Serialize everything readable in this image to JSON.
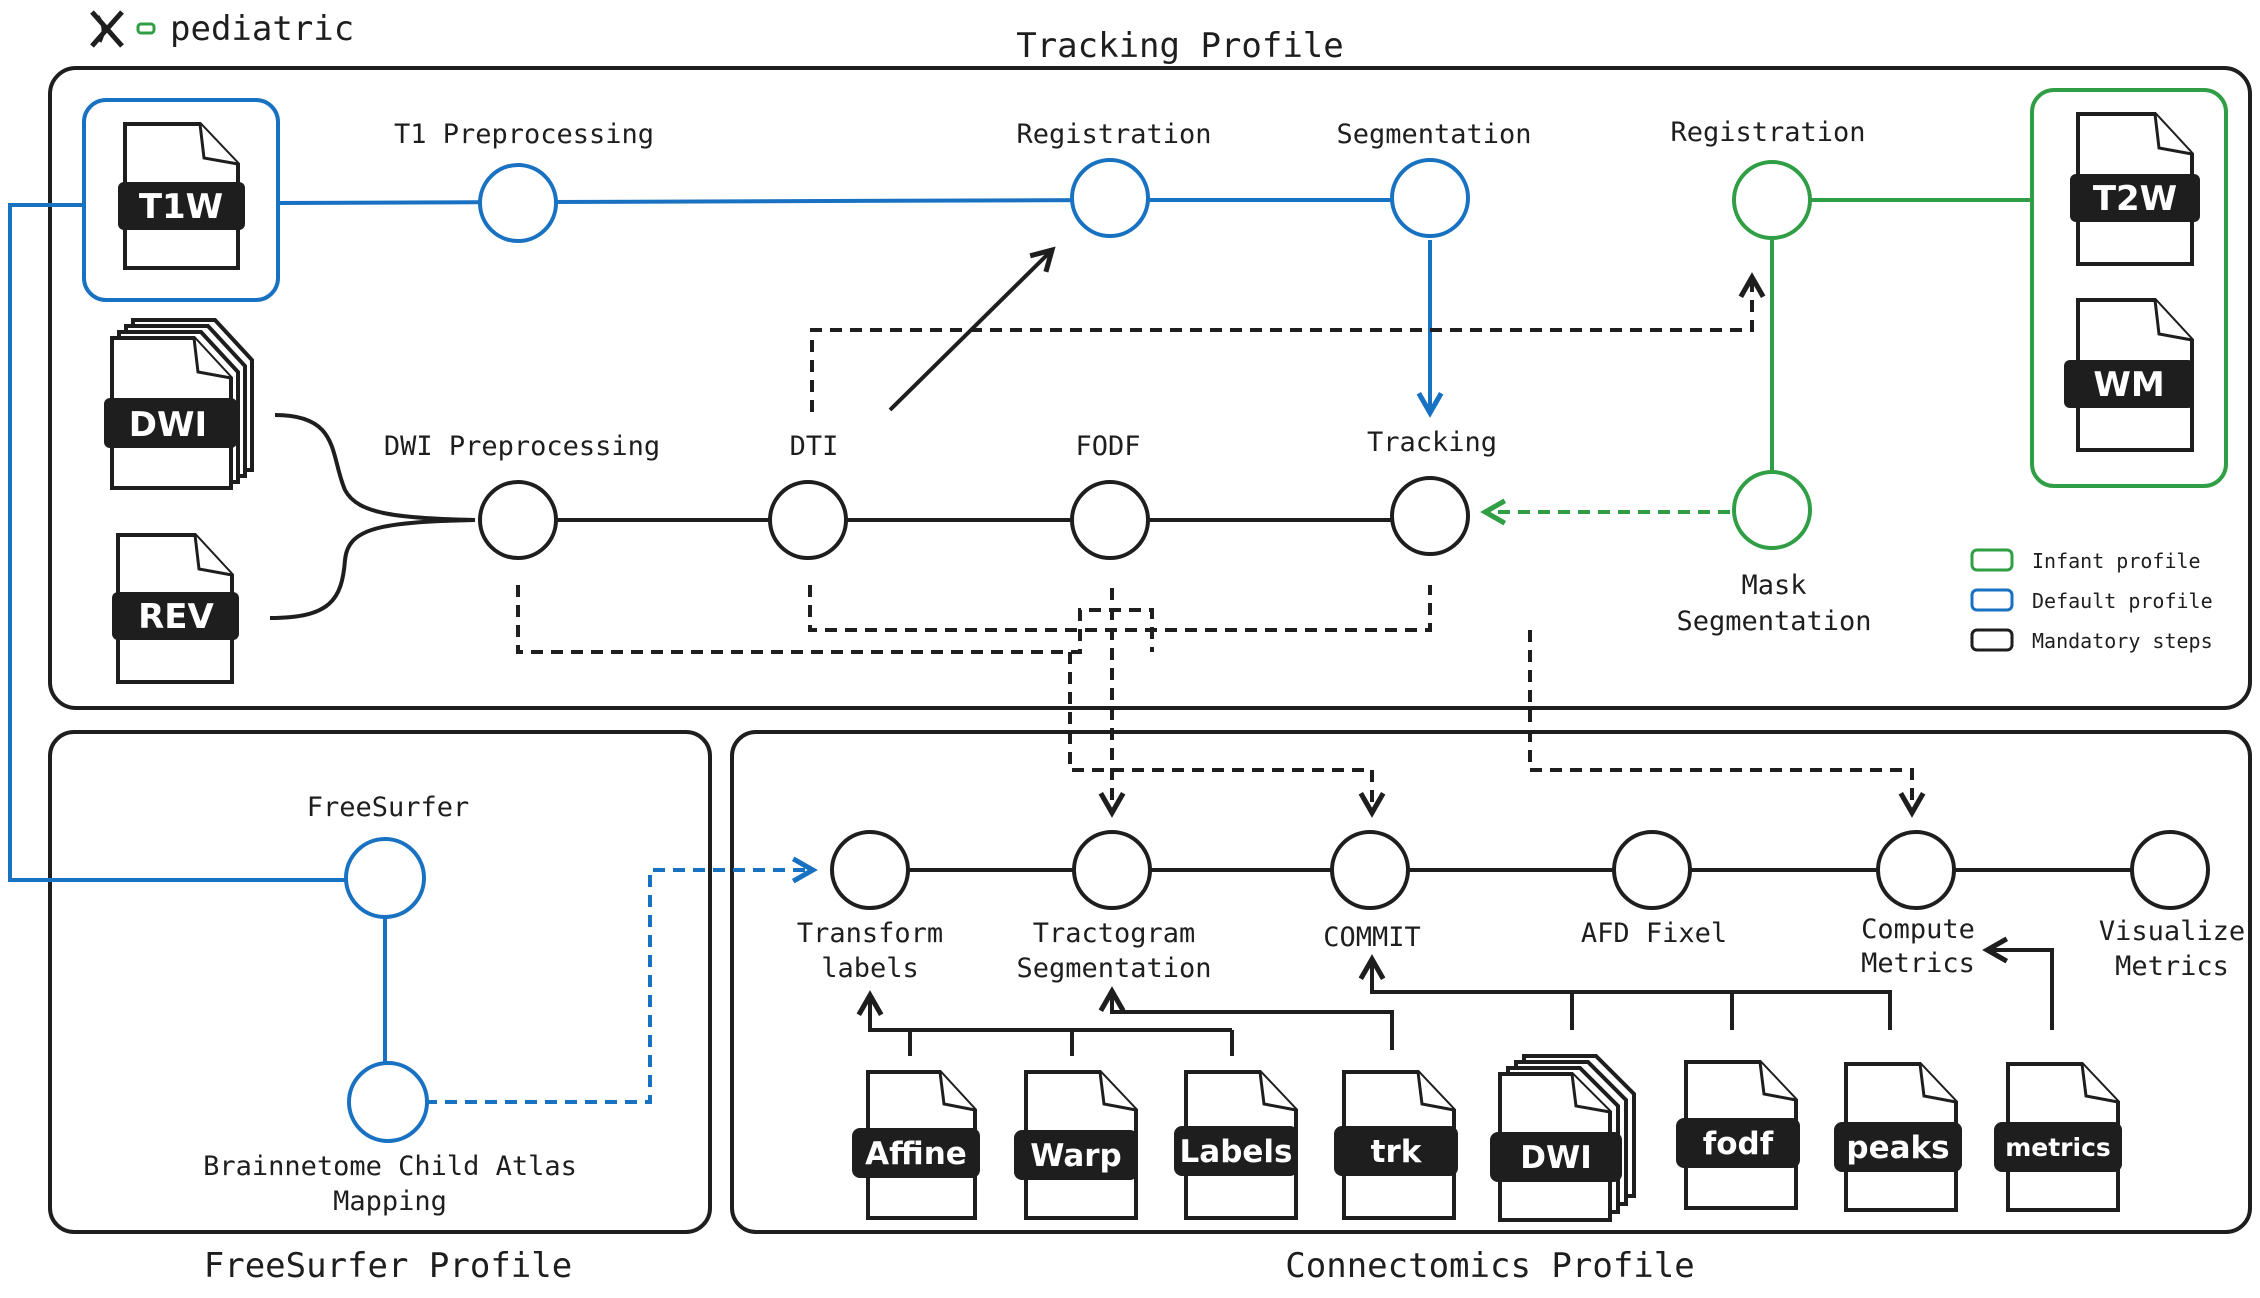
{
  "brand": {
    "name": "pediatric",
    "logo_icon": "scilus-x-logo"
  },
  "colors": {
    "mandatory": "#1e1e1e",
    "default": "#1971c2",
    "infant": "#2f9e44"
  },
  "profiles": {
    "tracking": "Tracking Profile",
    "freesurfer": "FreeSurfer Profile",
    "connectomics": "Connectomics Profile"
  },
  "tracking_steps": {
    "t1_preprocessing": "T1 Preprocessing",
    "registration": "Registration",
    "segmentation": "Segmentation",
    "registration_infant": "Registration",
    "dwi_preprocessing": "DWI Preprocessing",
    "dti": "DTI",
    "fodf": "FODF",
    "tracking": "Tracking",
    "mask_segmentation_line1": "Mask",
    "mask_segmentation_line2": "Segmentation"
  },
  "inputs": {
    "t1w": "T1W",
    "dwi": "DWI",
    "rev": "REV",
    "t2w": "T2W",
    "wm": "WM"
  },
  "freesurfer_steps": {
    "freesurfer": "FreeSurfer",
    "brainnetome_line1": "Brainnetome Child Atlas",
    "brainnetome_line2": "Mapping"
  },
  "connectomics_steps": {
    "transform_line1": "Transform",
    "transform_line2": "labels",
    "tractogram_line1": "Tractogram",
    "tractogram_line2": "Segmentation",
    "commit": "COMMIT",
    "afd_fixel": "AFD Fixel",
    "compute_line1": "Compute",
    "compute_line2": "Metrics",
    "visualize_line1": "Visualize",
    "visualize_line2": "Metrics"
  },
  "connectomics_inputs": {
    "affine": "Affine",
    "warp": "Warp",
    "labels": "Labels",
    "trk": "trk",
    "dwi": "DWI",
    "fodf": "fodf",
    "peaks": "peaks",
    "metrics": "metrics"
  },
  "legend": {
    "infant": "Infant profile",
    "default": "Default profile",
    "mandatory": "Mandatory steps"
  }
}
